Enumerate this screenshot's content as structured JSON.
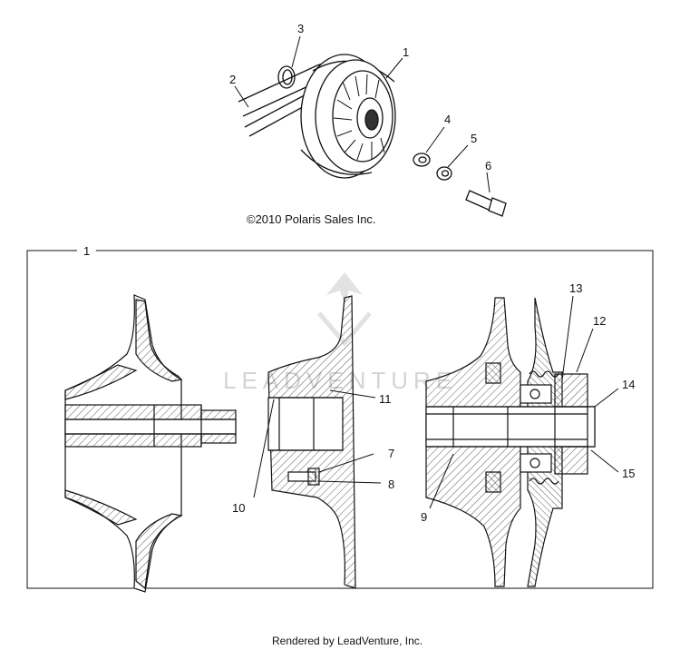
{
  "copyright": "©2010 Polaris Sales Inc.",
  "rendered_by": "Rendered by LeadVenture, Inc.",
  "watermark": "LEADVENTURE",
  "callouts": {
    "c1_top": "1",
    "c2": "2",
    "c3": "3",
    "c4": "4",
    "c5": "5",
    "c6": "6",
    "c1_box": "1",
    "c7": "7",
    "c8": "8",
    "c9": "9",
    "c10": "10",
    "c11": "11",
    "c12": "12",
    "c13": "13",
    "c14": "14",
    "c15": "15"
  }
}
